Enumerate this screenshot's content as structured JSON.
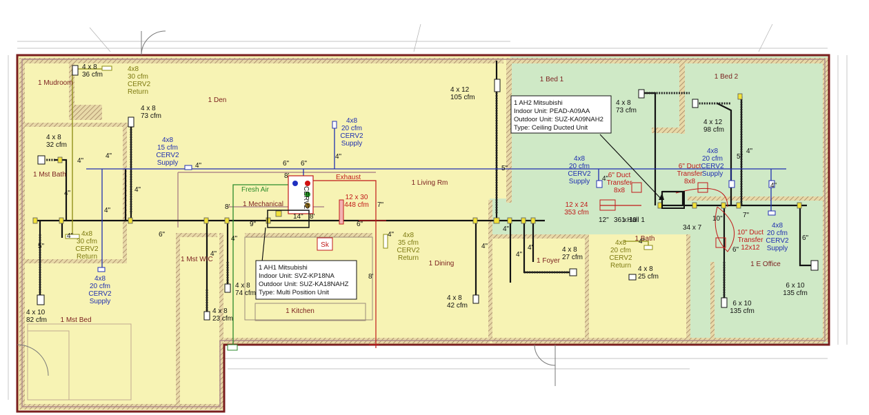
{
  "rooms": {
    "mudroom": "1 Mudroom",
    "den": "1 Den",
    "living": "1 Living Rm",
    "mst_bath": "1 Mst Bath",
    "mechanical": "1 Mechanical",
    "mst_wic": "1 Mst WIC",
    "kitchen": "1 Kitchen",
    "dining": "1 Dining",
    "mst_bed": "1 Mst Bed",
    "foyer": "1 Foyer",
    "bath": "1 Bath",
    "hall": "1 Hall 1",
    "bed1": "1 Bed 1",
    "bed2": "1 Bed 2",
    "office": "1 E Office"
  },
  "equipment": {
    "cerv": "CERV2",
    "fresh_air": "Fresh Air",
    "exhaust": "Exhaust",
    "sk": "Sk"
  },
  "callouts": {
    "ah1": [
      "1 AH1 Mitsubishi",
      "Indoor Unit: SVZ-KP18NA",
      "Outdoor Unit: SUZ-KA18NAHZ",
      "Type: Multi Position Unit"
    ],
    "ah2": [
      "1 AH2 Mitsubishi",
      "Indoor Unit: PEAD-A09AA",
      "Outdoor Unit: SUZ-KA09NAH2",
      "Type: Ceiling Ducted Unit"
    ]
  },
  "labels": {
    "mud_reg": [
      "4 x 8",
      "36 cfm"
    ],
    "mud_ret": [
      "4x8",
      "30 cfm",
      "CERV2",
      "Return"
    ],
    "den_reg": [
      "4 x 8",
      "73 cfm"
    ],
    "den_sup": [
      "4x8",
      "15 cfm",
      "CERV2",
      "Supply"
    ],
    "bath_reg": [
      "4 x 8",
      "32 cfm"
    ],
    "lr_sup": [
      "4x8",
      "20 cfm",
      "CERV2",
      "Supply"
    ],
    "lr_reg": [
      "4 x 12",
      "105 cfm"
    ],
    "ah1_ret": [
      "12 x 30",
      "448 cfm"
    ],
    "mst_ret": [
      "4x8",
      "30 cfm",
      "CERV2",
      "Return"
    ],
    "mst_sup": [
      "4x8",
      "20 cfm",
      "CERV2",
      "Supply"
    ],
    "mst_reg": [
      "4 x 10",
      "82 cfm"
    ],
    "wic_reg": [
      "4 x 8",
      "23 cfm"
    ],
    "kit_reg": [
      "4 x 8",
      "74 cfm"
    ],
    "din_ret": [
      "4x8",
      "35 cfm",
      "CERV2",
      "Return"
    ],
    "din_reg": [
      "4 x 8",
      "42 cfm"
    ],
    "foy_reg": [
      "4 x 8",
      "27 cfm"
    ],
    "bath_ret": [
      "4x8",
      "20 cfm",
      "CERV2",
      "Return"
    ],
    "bath1_reg": [
      "4 x 8",
      "25 cfm"
    ],
    "bed1_sup": [
      "4x8",
      "20 cfm",
      "CERV2",
      "Supply"
    ],
    "bed1_reg": [
      "4 x 8",
      "73 cfm"
    ],
    "bed2_reg": [
      "4 x 12",
      "98 cfm"
    ],
    "bed2_sup": [
      "4x8",
      "20 cfm",
      "CERV2",
      "Supply"
    ],
    "ah2_ret": [
      "12 x 24",
      "353 cfm"
    ],
    "trans6a": [
      "6\" Duct",
      "Transfer",
      "8x8"
    ],
    "trans6b": [
      "6\" Duct",
      "Transfer",
      "8x8"
    ],
    "trans10": [
      "10\" Duct",
      "Transfer",
      "12x12"
    ],
    "off_sup": [
      "4x8",
      "20 cfm",
      "CERV2",
      "Supply"
    ],
    "off_reg1": [
      "6 x 10",
      "135 cfm"
    ],
    "off_reg2": [
      "6 x 10",
      "135 cfm"
    ]
  },
  "sizes": {
    "d4": "4\"",
    "d5": "5\"",
    "d6": "6\"",
    "d7": "7\"",
    "d8": "8'",
    "d9": "9\"",
    "d10": "10\"",
    "d12": "12\"",
    "d14": "14\"",
    "d36x10": "36 x 10",
    "d34x7": "34 x 7"
  },
  "colors": {
    "conditioned_ah1": "#f7f3b4",
    "conditioned_ah2": "#cfe9c6",
    "wall": "#7a1e1e",
    "supply_duct": "#1f2fb0",
    "exhaust_duct": "#c01818",
    "fresh_air_duct": "#2a8a2a",
    "return_duct": "#8a8a10"
  },
  "icons": [
    "register-icon",
    "cerv-unit-icon",
    "transfer-grille-icon"
  ]
}
